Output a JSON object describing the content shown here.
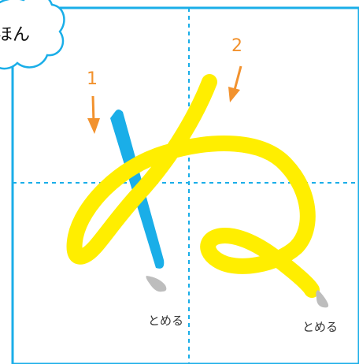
{
  "badge": {
    "text": "ほん"
  },
  "strokes": [
    {
      "number": "1",
      "end_label": "とめる",
      "color": "#1aaee8"
    },
    {
      "number": "2",
      "end_label": "とめる",
      "color": "#ffee00"
    }
  ],
  "colors": {
    "frame": "#1aaee8",
    "guide": "#1aaee8",
    "arrow": "#f2922e",
    "stop_mark": "#bdbdbd"
  }
}
